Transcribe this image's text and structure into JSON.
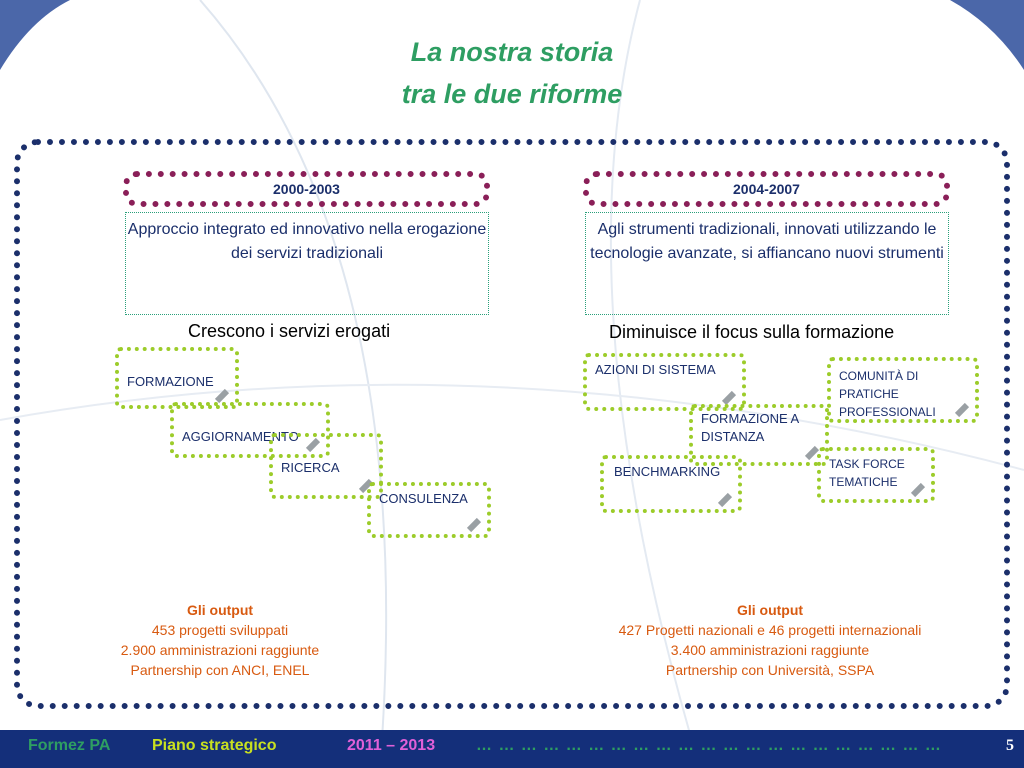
{
  "slide": {
    "title_line1": "La nostra storia",
    "title_line2": "tra le due riforme"
  },
  "left": {
    "period": "2000-2003",
    "description": "Approccio integrato ed innovativo nella erogazione dei servizi tradizionali",
    "subheading": "Crescono i servizi erogati",
    "boxes": [
      "FORMAZIONE",
      "AGGIORNAMENTO",
      "RICERCA",
      "CONSULENZA"
    ],
    "output_heading": "Gli output",
    "output_lines": [
      "453 progetti sviluppati",
      "2.900 amministrazioni raggiunte",
      "Partnership con ANCI, ENEL"
    ]
  },
  "right": {
    "period": "2004-2007",
    "description": "Agli strumenti tradizionali, innovati utilizzando le tecnologie avanzate, si affiancano nuovi strumenti",
    "subheading": "Diminuisce il focus sulla formazione",
    "boxes": [
      "AZIONI DI SISTEMA",
      "FORMAZIONE A DISTANZA",
      "BENCHMARKING",
      "COMUNITÀ DI PRATICHE PROFESSIONALI",
      "TASK FORCE TEMATICHE"
    ],
    "output_heading": "Gli output",
    "output_lines": [
      "427 Progetti nazionali e 46 progetti internazionali",
      "3.400 amministrazioni raggiunte",
      "Partnership con Università, SSPA"
    ]
  },
  "footer": {
    "org": "Formez PA",
    "plan": "Piano strategico",
    "years": "2011 – 2013",
    "dots": "… … … … … … … … … … … … … … … … … … … … …",
    "page_number": "5"
  },
  "colors": {
    "title": "#2e9e62",
    "frame": "#1b2f6b",
    "period_border": "#8a1f58",
    "box_border": "#9ccc2a",
    "output": "#d85a10",
    "footer_bg": "#142f7a"
  }
}
